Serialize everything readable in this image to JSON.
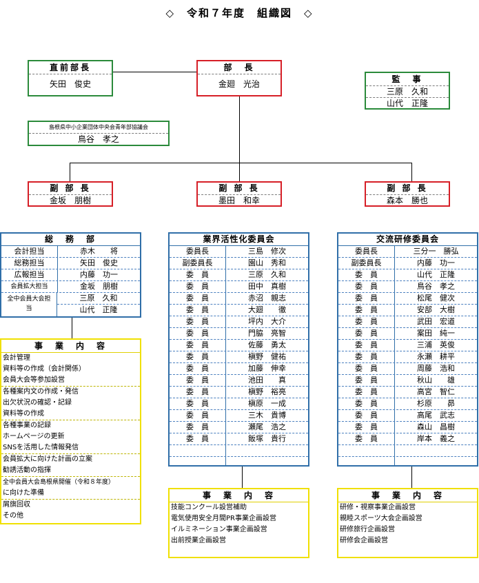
{
  "title": "◇　令和７年度　組織図　◇",
  "top": {
    "former": {
      "head": "直前部長",
      "name": "矢田　俊史"
    },
    "chief": {
      "head": "部　長",
      "name": "金廻　光治"
    },
    "auditors": {
      "head": "監　事",
      "names": [
        "三原　久和",
        "山代　正隆"
      ]
    },
    "council": {
      "head": "島根県中小企業団体中央会青年部協議会",
      "name": "鳥谷　孝之"
    }
  },
  "vice": [
    {
      "head": "副 部 長",
      "name": "金坂　朋樹"
    },
    {
      "head": "副 部 長",
      "name": "墨田　和幸"
    },
    {
      "head": "副 部 長",
      "name": "森本　勝也"
    }
  ],
  "general": {
    "head": "総　務　部",
    "rows": [
      {
        "role": "会計担当",
        "name": "赤木　　将"
      },
      {
        "role": "総務担当",
        "name": "矢田　俊史"
      },
      {
        "role": "広報担当",
        "name": "内藤　功一"
      },
      {
        "role": "会員拡大担当",
        "name": "金坂　朋樹"
      },
      {
        "role": "全中会員大会担　当",
        "name": "三原　久和"
      },
      {
        "role": "",
        "name": "山代　正隆"
      }
    ],
    "biz_head": "事　業　内　容",
    "biz_groups": [
      [
        "会計管理",
        "資料等の作成（会計関係）",
        "会員大会等参加設営"
      ],
      [
        "各種案内文の作成・発信",
        "出欠状況の確認・記録",
        "資料等の作成"
      ],
      [
        "各種事業の記録",
        "ホームページの更新",
        "SNSを活用した情報発信"
      ],
      [
        "会員拡大に向けた計画の立案",
        "勧誘活動の指揮"
      ],
      [
        "全中会員大会島根県開催（令和８年度）",
        "に向けた準備"
      ],
      [
        "屑旗回収",
        "その他"
      ]
    ]
  },
  "industry": {
    "head": "業界活性化委員会",
    "rows": [
      {
        "role": "委員長",
        "name": "三島　修次"
      },
      {
        "role": "副委員長",
        "name": "園山　秀和"
      },
      {
        "role": "委　員",
        "name": "三原　久和"
      },
      {
        "role": "委　員",
        "name": "田中　真樹"
      },
      {
        "role": "委　員",
        "name": "赤沼　親志"
      },
      {
        "role": "委　員",
        "name": "大廻　　徹"
      },
      {
        "role": "委　員",
        "name": "坪内　大介"
      },
      {
        "role": "委　員",
        "name": "門脇　亮智"
      },
      {
        "role": "委　員",
        "name": "佐藤　勇太"
      },
      {
        "role": "委　員",
        "name": "槇野　健祐"
      },
      {
        "role": "委　員",
        "name": "加藤　伸幸"
      },
      {
        "role": "委　員",
        "name": "池田　　真"
      },
      {
        "role": "委　員",
        "name": "槇野　裕亮"
      },
      {
        "role": "委　員",
        "name": "槇原　一成"
      },
      {
        "role": "委　員",
        "name": "三木　貴博"
      },
      {
        "role": "委　員",
        "name": "瀬尾　浩之"
      },
      {
        "role": "委　員",
        "name": "飯塚　貴行"
      },
      {
        "role": "",
        "name": ""
      },
      {
        "role": "",
        "name": ""
      }
    ],
    "biz_head": "事　業　内　容",
    "biz_items": [
      "技能コンクール設営補助",
      "電気使用安全月間PR事業企画設営",
      "イルミネーション事業企画設営",
      "出前授業企画設営"
    ]
  },
  "exchange": {
    "head": "交流研修委員会",
    "rows": [
      {
        "role": "委員長",
        "name": "三分一　勝弘"
      },
      {
        "role": "副委員長",
        "name": "内藤　功一"
      },
      {
        "role": "委　員",
        "name": "山代　正隆"
      },
      {
        "role": "委　員",
        "name": "鳥谷　孝之"
      },
      {
        "role": "委　員",
        "name": "松尾　健次"
      },
      {
        "role": "委　員",
        "name": "安部　大樹"
      },
      {
        "role": "委　員",
        "name": "武田　宏道"
      },
      {
        "role": "委　員",
        "name": "案田　純一"
      },
      {
        "role": "委　員",
        "name": "三浦　英俊"
      },
      {
        "role": "委　員",
        "name": "永瀬　耕平"
      },
      {
        "role": "委　員",
        "name": "周藤　浩和"
      },
      {
        "role": "委　員",
        "name": "秋山　　雄"
      },
      {
        "role": "委　員",
        "name": "高宮　智仁"
      },
      {
        "role": "委　員",
        "name": "杉原　　昴"
      },
      {
        "role": "委　員",
        "name": "高尾　武志"
      },
      {
        "role": "委　員",
        "name": "森山　昌樹"
      },
      {
        "role": "委　員",
        "name": "岸本　義之"
      },
      {
        "role": "",
        "name": ""
      },
      {
        "role": "",
        "name": ""
      }
    ],
    "biz_head": "事　業　内　容",
    "biz_items": [
      "研修・視察事業企画設営",
      "親睦スポーツ大会企画設営",
      "研修旅行企画設営",
      "研修会企画設営"
    ]
  }
}
